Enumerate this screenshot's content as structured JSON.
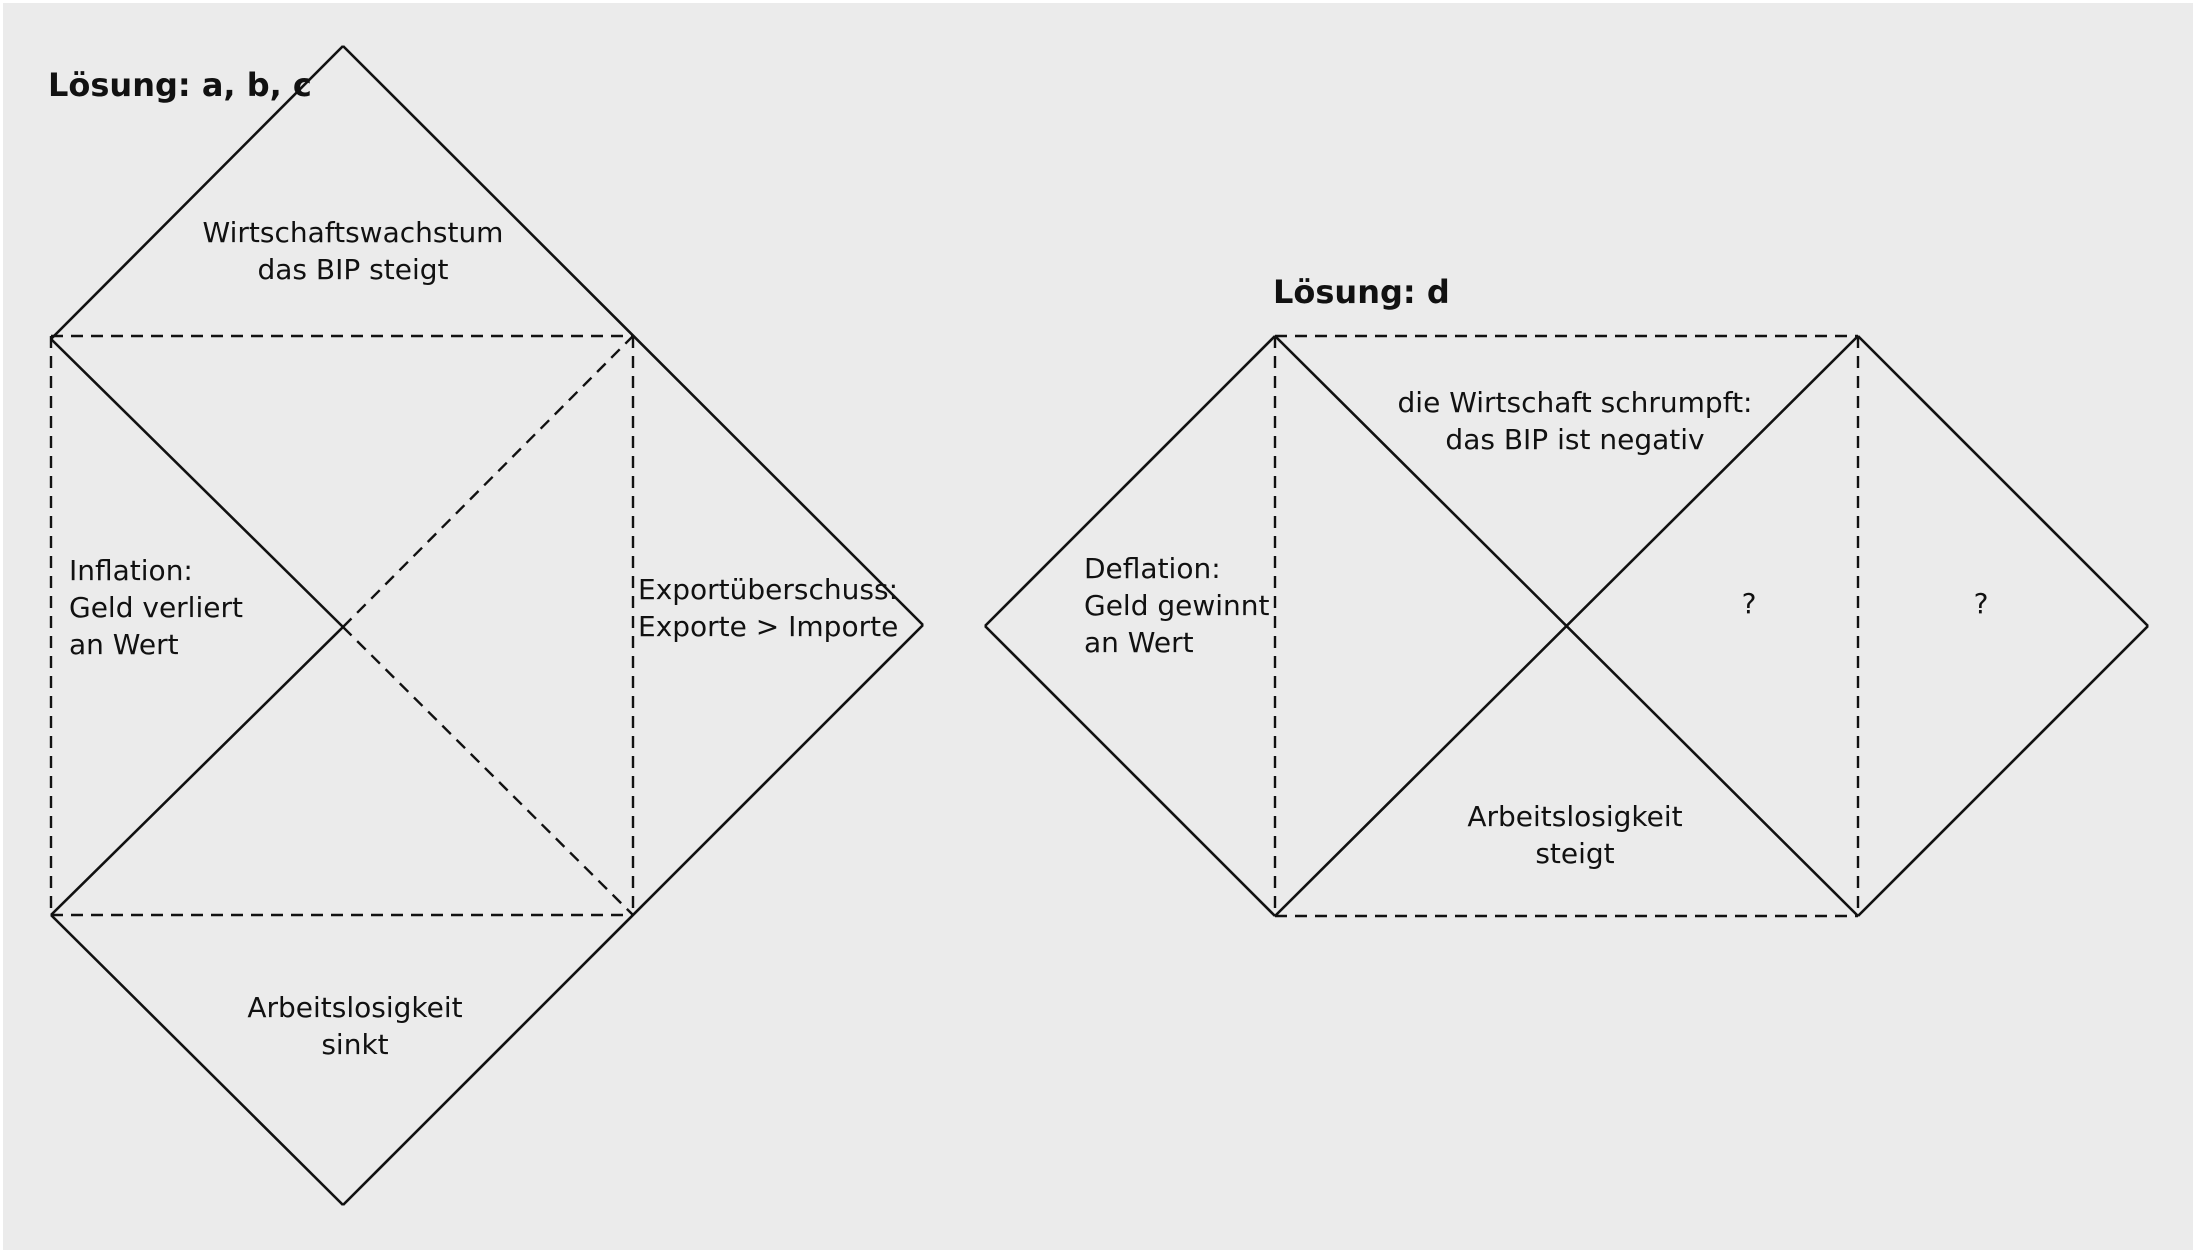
{
  "left_diagram": {
    "title": "Lösung: a, b, c",
    "top": {
      "line1": "Wirtschaftswachstum",
      "line2": "das BIP steigt"
    },
    "left": {
      "line1": "Inflation:",
      "line2": "Geld verliert",
      "line3": "an Wert"
    },
    "right": {
      "line1": "Exportüberschuss:",
      "line2": "Exporte > Importe"
    },
    "bottom": {
      "line1": "Arbeitslosigkeit",
      "line2": "sinkt"
    }
  },
  "right_diagram": {
    "title": "Lösung: d",
    "left": {
      "line1": "Deflation:",
      "line2": "Geld gewinnt",
      "line3": "an Wert"
    },
    "top": {
      "line1": "die Wirtschaft schrumpft:",
      "line2": "das BIP ist negativ"
    },
    "bottom": {
      "line1": "Arbeitslosigkeit",
      "line2": "steigt"
    },
    "mid_right": {
      "line1": "?"
    },
    "far_right": {
      "line1": "?"
    }
  }
}
